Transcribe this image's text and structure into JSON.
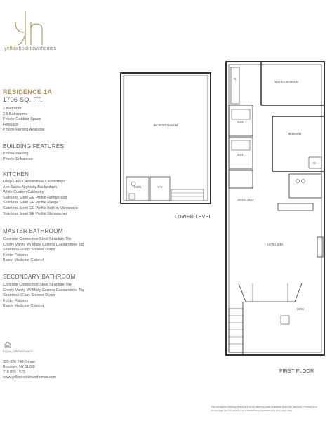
{
  "brand": {
    "name_prefix": "yellowhook",
    "name_suffix": "townhomes"
  },
  "residence": {
    "title": "RESIDENCE 1A",
    "sqft": "1706 SQ. FT.",
    "details": [
      "2 Bedroom",
      "2.5 Bathrooms",
      "Private Outdoor Space",
      "Fireplace",
      "Private Parking Available"
    ]
  },
  "building_features": {
    "heading": "BUILDING FEATURES",
    "items": [
      "Private Parking",
      "Private Entrances"
    ]
  },
  "kitchen": {
    "heading": "KITCHEN",
    "items": [
      "Deep Grey Caesarstone Countertops",
      "Ann Sacks Nightsky Backsplash",
      "White Custom Cabinetry",
      "Stainless Steel GE Profile Refrigerator",
      "Stainless Steel GE Profile Range",
      "Stainless Steel GE Profile Built-in Microwave",
      "Stainless Steel GE Profile Dishwasher"
    ]
  },
  "master_bathroom": {
    "heading": "MASTER BATHROOM",
    "items": [
      "Concrete Connection Steel Structure Tile",
      "Cherry Vanity W/ Misty Carrera Caesarstone Top",
      "Seamless Glass Shower Doors",
      "Kohler Fixtures",
      "Basco Medicine Cabinet"
    ]
  },
  "secondary_bathroom": {
    "heading": "SECONDARY BATHROOM",
    "items": [
      "Concrete Connection Steel Structure Tile",
      "Cherry Vanity W/ Misty Carrera Caesarstone Top",
      "Seamless Glass Shower Doors",
      "Kohler Fixtures",
      "Basco Medicine Cabinet"
    ]
  },
  "equal_housing": "EQUAL OPPORTUNITY",
  "address": {
    "street": "320-326 74th Street",
    "city": "Brooklyn, NY 11209",
    "phone": "718.833.1523",
    "website": "www.yellowhooktownhomes.com"
  },
  "disclaimer": "The complete offering terms are in an offering plan available from the sponsor. Photos and renderings are for artistic representation purposes only and may vary.",
  "plan_labels": {
    "lower_level": "LOWER LEVEL",
    "first_floor": "FIRST FLOOR",
    "recreation_room": "RECREATION ROOM",
    "master_bedroom": "MASTER BEDROOM",
    "bedroom": "BEDROOM",
    "dining_area": "DINING AREA",
    "living_area": "LIVING AREA",
    "patio": "PATIO",
    "bath": "BATH",
    "wd": "W/D",
    "cl": "CL"
  },
  "colors": {
    "brand_gold": "#b09358",
    "text_grey": "#555555",
    "line": "#333333"
  }
}
